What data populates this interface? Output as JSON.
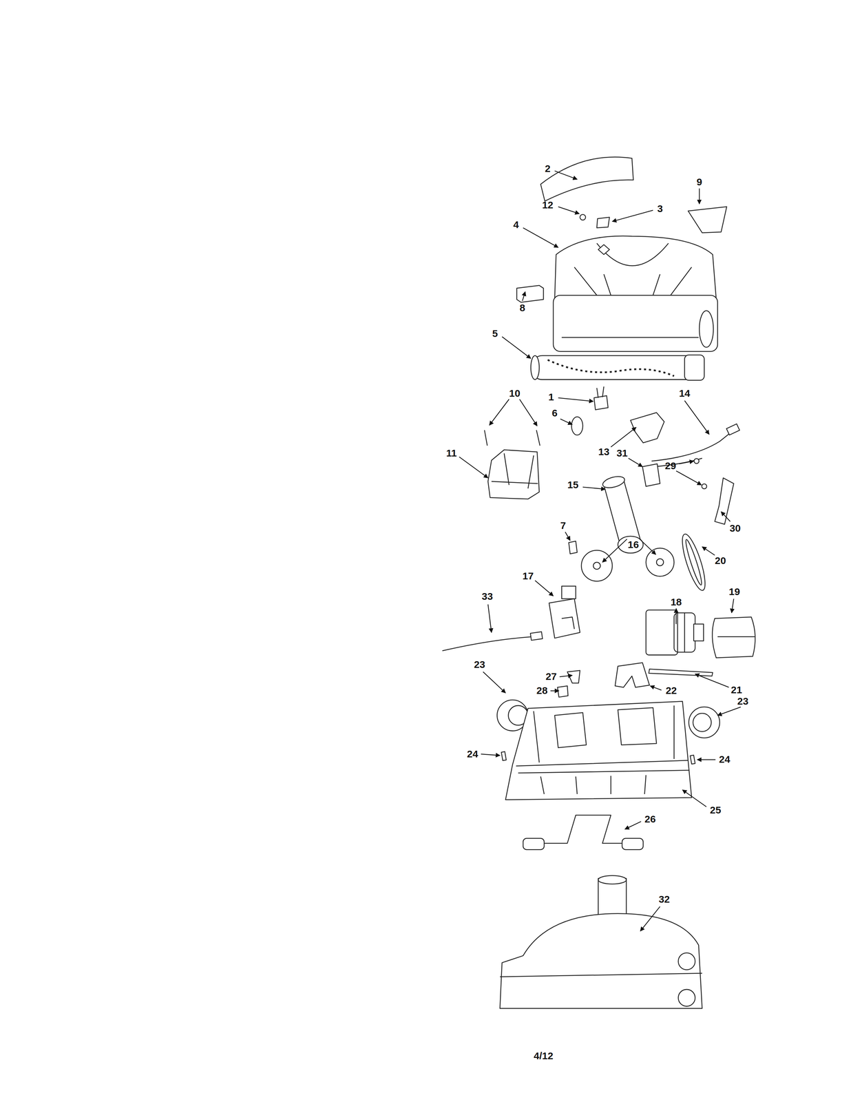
{
  "diagram": {
    "labels": [
      "2",
      "9",
      "12",
      "3",
      "4",
      "8",
      "5",
      "10",
      "1",
      "14",
      "6",
      "11",
      "13",
      "31",
      "29",
      "15",
      "30",
      "7",
      "16",
      "20",
      "17",
      "18",
      "19",
      "33",
      "23",
      "27",
      "28",
      "22",
      "21",
      "23",
      "24",
      "24",
      "25",
      "26",
      "32",
      "4/12"
    ]
  }
}
